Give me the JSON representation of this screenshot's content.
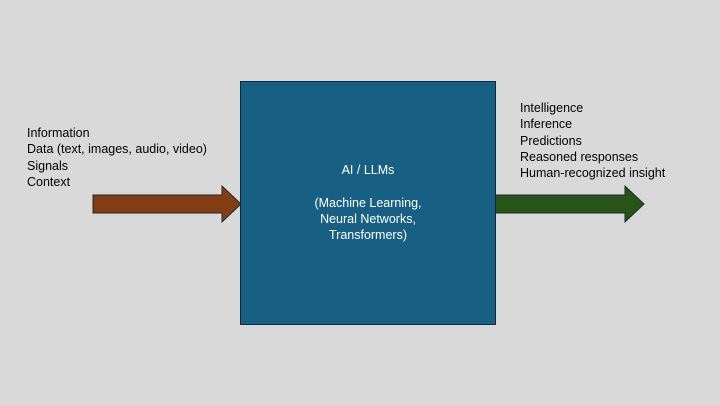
{
  "inputs": {
    "items": [
      "Information",
      "Data (text, images, audio, video)",
      "Signals",
      "Context"
    ],
    "arrow_color": "#843c12"
  },
  "process": {
    "title": "AI / LLMs",
    "subtitle_lines": [
      "(Machine Learning,",
      "Neural Networks,",
      "Transformers)"
    ],
    "color": "#176084"
  },
  "outputs": {
    "items": [
      "Intelligence",
      "Inference",
      "Predictions",
      "Reasoned responses",
      "Human-recognized insight"
    ],
    "arrow_color": "#285418"
  }
}
